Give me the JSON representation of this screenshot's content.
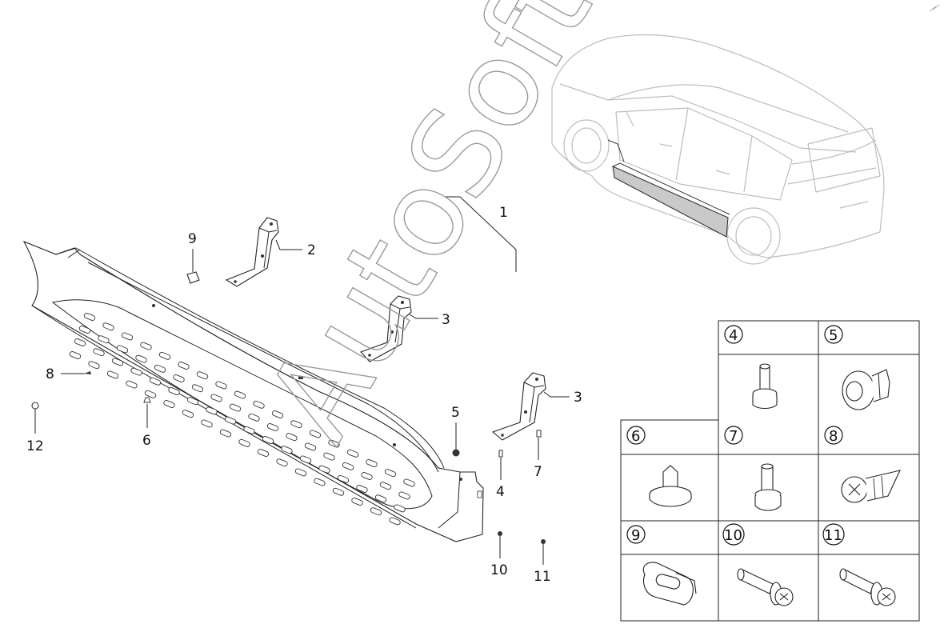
{
  "watermark": "AutoSoft",
  "callouts": [
    {
      "id": "c1",
      "text": "1"
    },
    {
      "id": "c2",
      "text": "2"
    },
    {
      "id": "c3a",
      "text": "3"
    },
    {
      "id": "c3b",
      "text": "3"
    },
    {
      "id": "c4",
      "text": "4"
    },
    {
      "id": "c5",
      "text": "5"
    },
    {
      "id": "c6",
      "text": "6"
    },
    {
      "id": "c7",
      "text": "7"
    },
    {
      "id": "c8",
      "text": "8"
    },
    {
      "id": "c9",
      "text": "9"
    },
    {
      "id": "c10",
      "text": "10"
    },
    {
      "id": "c11",
      "text": "11"
    },
    {
      "id": "c12",
      "text": "12"
    }
  ],
  "legend": [
    {
      "num": "4",
      "part": "bolt"
    },
    {
      "num": "5",
      "part": "nut-clip"
    },
    {
      "num": "6",
      "part": "push-pin"
    },
    {
      "num": "7",
      "part": "bolt"
    },
    {
      "num": "8",
      "part": "screw"
    },
    {
      "num": "9",
      "part": "clip"
    },
    {
      "num": "10",
      "part": "bolt"
    },
    {
      "num": "11",
      "part": "bolt"
    }
  ]
}
